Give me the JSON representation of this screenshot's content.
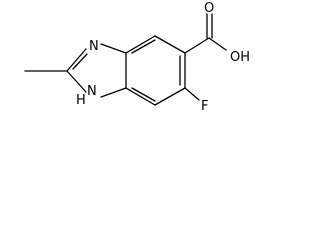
{
  "molecule": {
    "atoms": {
      "n_top": "N",
      "n_bottom": "NH",
      "h_bottom": "H",
      "oxygen_carbonyl": "O",
      "hydroxyl": "OH",
      "fluorine": "F"
    }
  }
}
